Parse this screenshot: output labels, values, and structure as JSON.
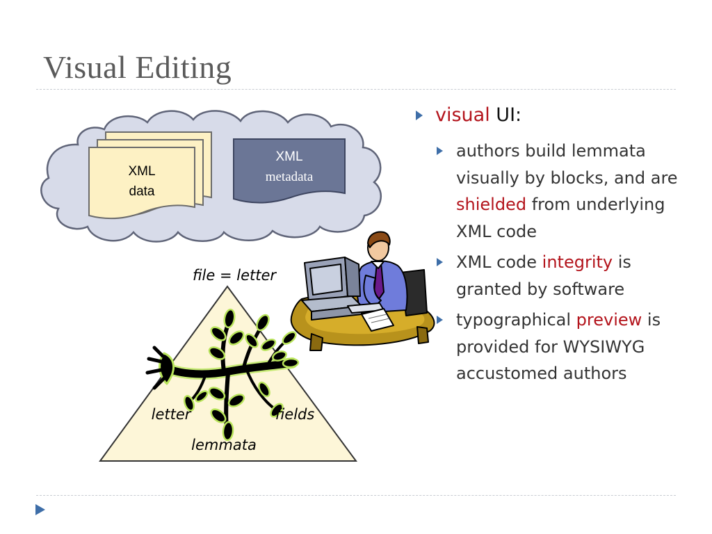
{
  "slide": {
    "title": "Visual Editing",
    "accent_color": "#b3131b",
    "bullet_color": "#3e6ea8"
  },
  "figure": {
    "cloud_doc_label_line1": "XML",
    "cloud_doc_label_line2": "data",
    "cloud_meta_label_line1": "XML",
    "cloud_meta_label_line2": "metadata",
    "triangle_top_label": "file = letter",
    "triangle_left_label": "letter",
    "triangle_right_label": "fields",
    "triangle_bottom_label": "lemmata",
    "clipart": "person-at-computer"
  },
  "bullets": {
    "main": {
      "highlight": "visual",
      "rest": " UI:"
    },
    "sub": [
      {
        "parts": [
          {
            "text": "authors build lemmata visually by blocks, and are ",
            "red": false
          },
          {
            "text": "shielded",
            "red": true
          },
          {
            "text": " from underlying XML code",
            "red": false
          }
        ]
      },
      {
        "parts": [
          {
            "text": "XML code ",
            "red": false
          },
          {
            "text": "integrity",
            "red": true
          },
          {
            "text": " is granted by software",
            "red": false
          }
        ]
      },
      {
        "parts": [
          {
            "text": "typographical ",
            "red": false
          },
          {
            "text": "preview",
            "red": true
          },
          {
            "text": " is provided for WYSIWYG accustomed authors",
            "red": false
          }
        ]
      }
    ]
  }
}
